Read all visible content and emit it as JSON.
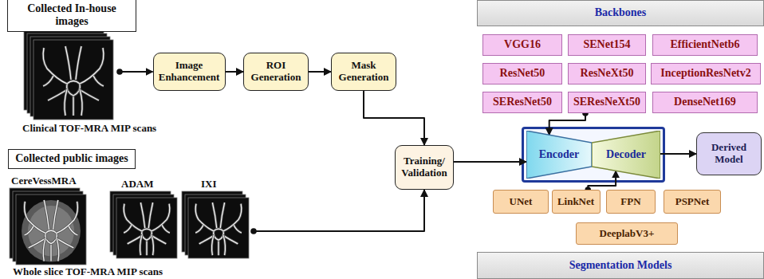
{
  "diagram": {
    "nodes": [
      {
        "text": [
          "Collected In-house images"
        ]
      },
      {
        "text": [
          "Image Enhancement"
        ]
      },
      {
        "text": [
          "ROI Generation"
        ]
      },
      {
        "text": [
          "Mask Generation"
        ]
      },
      {
        "text": [
          "Collected public images"
        ]
      },
      {
        "text": [
          "Training/ Validation"
        ]
      },
      {
        "text": [
          "Backbones"
        ]
      },
      {
        "text": [
          "VGG16"
        ]
      },
      {
        "text": [
          "SENet154"
        ]
      },
      {
        "text": [
          "EfficientNetb6"
        ]
      },
      {
        "text": [
          "ResNet50"
        ]
      },
      {
        "text": [
          "ResNeXt50"
        ]
      },
      {
        "text": [
          "InceptionResNetv2"
        ]
      },
      {
        "text": [
          "SEResNet50"
        ]
      },
      {
        "text": [
          "SEResNeXt50"
        ]
      },
      {
        "text": [
          "DenseNet169"
        ]
      },
      {
        "text": [
          "Encoder"
        ]
      },
      {
        "text": [
          "Decoder"
        ]
      },
      {
        "text": [
          "Derived Model"
        ]
      },
      {
        "text": [
          "UNet"
        ]
      },
      {
        "text": [
          "LinkNet"
        ]
      },
      {
        "text": [
          "FPN"
        ]
      },
      {
        "text": [
          "PSPNet"
        ]
      },
      {
        "text": [
          "DeeplabV3+"
        ]
      },
      {
        "text": [
          "Segmentation Models"
        ]
      }
    ],
    "edges": [
      {
        "from": 1,
        "to": 2,
        "arrow": "to"
      },
      {
        "from": 2,
        "to": 3,
        "arrow": "to"
      },
      {
        "from": 3,
        "to": 5,
        "arrow": "to"
      },
      {
        "from": 5,
        "to": 16,
        "arrow": "to"
      },
      {
        "from": 17,
        "to": 18,
        "arrow": "to"
      },
      {
        "from": 14,
        "to": 16,
        "arrow": "to"
      },
      {
        "from": 20,
        "to": 17,
        "arrow": "to"
      }
    ],
    "labels": [
      "Clinical TOF-MRA MIP scans",
      "CereVessMRA",
      "ADAM",
      "IXI",
      "Whole slice TOF-MRA MIP scans"
    ]
  }
}
